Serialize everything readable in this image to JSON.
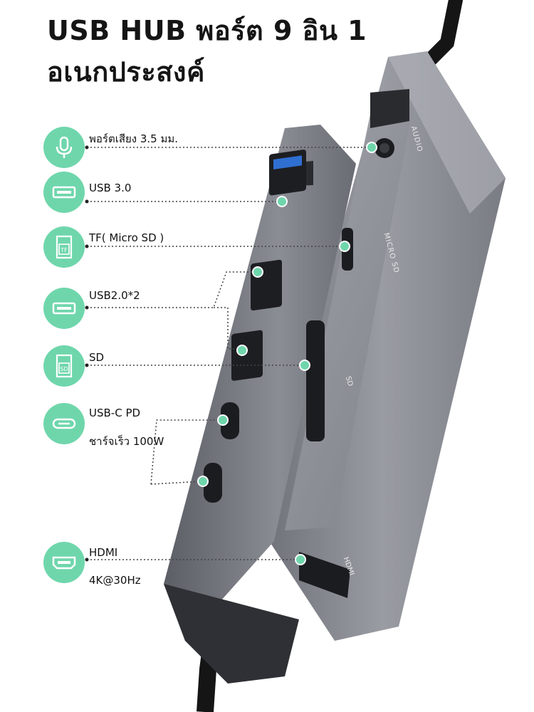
{
  "title": {
    "line1": "USB HUB พอร์ต 9 อิน 1",
    "line2": "อเนกประสงค์"
  },
  "features": [
    {
      "label": "พอร์ตเสียง 3.5 มม.",
      "icon": "microphone-icon"
    },
    {
      "label": "USB 3.0",
      "icon": "usb-port-icon"
    },
    {
      "label": "TF( Micro SD )",
      "icon": "tf-card-icon",
      "icon_text": "TF"
    },
    {
      "label": "USB2.0*2",
      "icon": "usb-port-icon"
    },
    {
      "label": "SD",
      "icon": "sd-card-icon",
      "icon_text": "SD"
    },
    {
      "label": "USB-C PD",
      "sublabel": "ชาร์จเร็ว 100W",
      "icon": "usb-c-icon"
    },
    {
      "label": "HDMI",
      "sublabel": "4K@30Hz",
      "icon": "hdmi-icon"
    }
  ],
  "device_labels": {
    "audio": "AUDIO",
    "micro_sd": "MICRO SD",
    "sd": "SD",
    "hdmi": "HDMI"
  },
  "colors": {
    "accent": "#6fd6ac",
    "body": "#8a8d94",
    "port_blue": "#2f6fd1"
  }
}
